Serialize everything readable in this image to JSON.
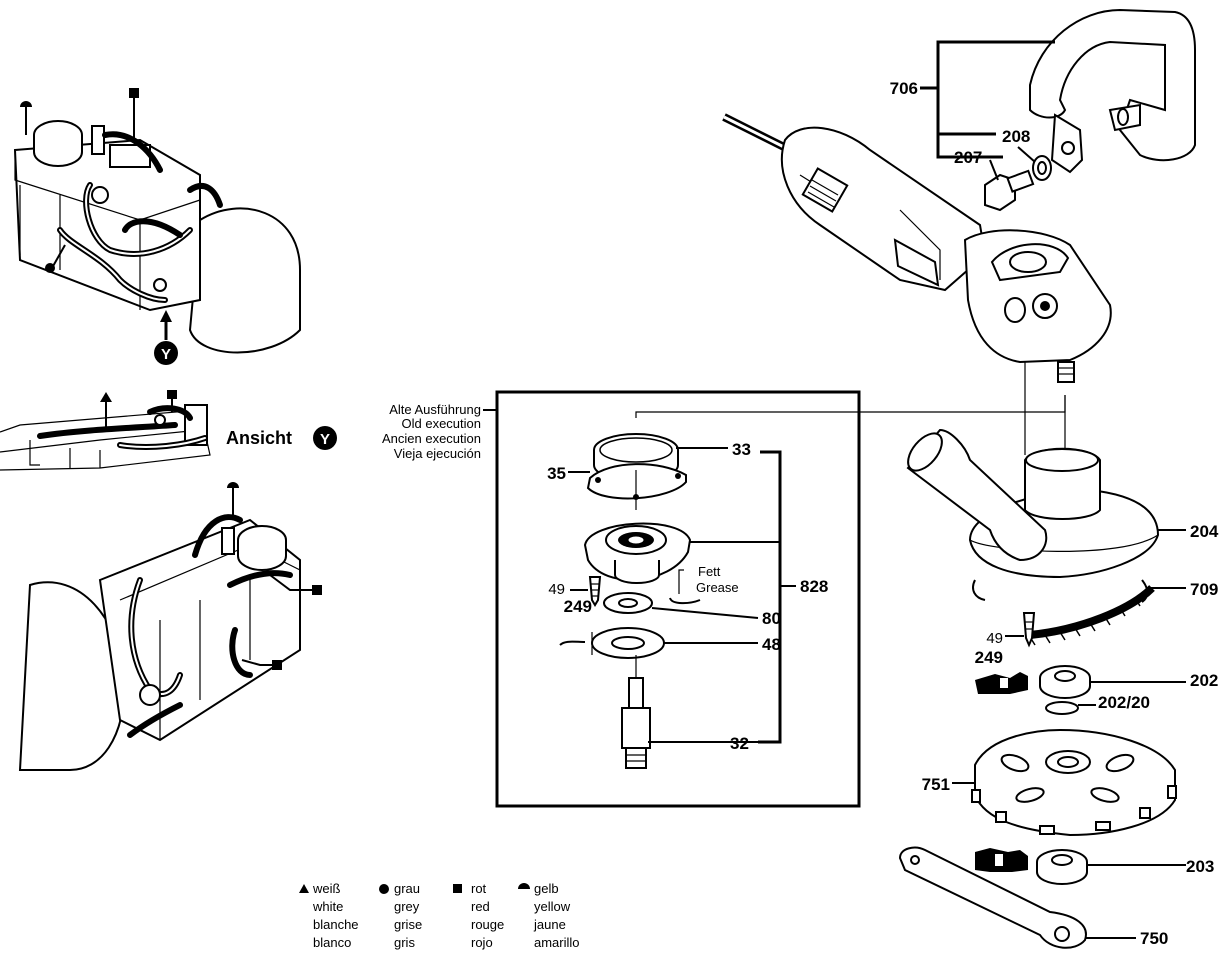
{
  "callouts": {
    "c706": "706",
    "c208": "208",
    "c207": "207",
    "c204": "204",
    "c709": "709",
    "c49b": "49",
    "c249b": "249",
    "c202": "202",
    "c20220": "202/20",
    "c751": "751",
    "c203": "203",
    "c750": "750",
    "c33": "33",
    "c35": "35",
    "c828": "828",
    "c49a": "49",
    "c249a": "249",
    "c80": "80",
    "c48": "48",
    "c32": "32"
  },
  "old_execution": [
    "Alte Ausführung",
    "Old execution",
    "Ancien execution",
    "Vieja ejecución"
  ],
  "grease": [
    "Fett",
    "Grease"
  ],
  "view": {
    "label": "Ansicht",
    "letter": "Y"
  },
  "legend": [
    {
      "symbol": "triangle-icon",
      "lines": [
        "weiß",
        "white",
        "blanche",
        "blanco"
      ]
    },
    {
      "symbol": "circle-icon",
      "lines": [
        "grau",
        "grey",
        "grise",
        "gris"
      ]
    },
    {
      "symbol": "square-icon",
      "lines": [
        "rot",
        "red",
        "rouge",
        "rojo"
      ]
    },
    {
      "symbol": "half-circle-icon",
      "lines": [
        "gelb",
        "yellow",
        "jaune",
        "amarillo"
      ]
    }
  ]
}
